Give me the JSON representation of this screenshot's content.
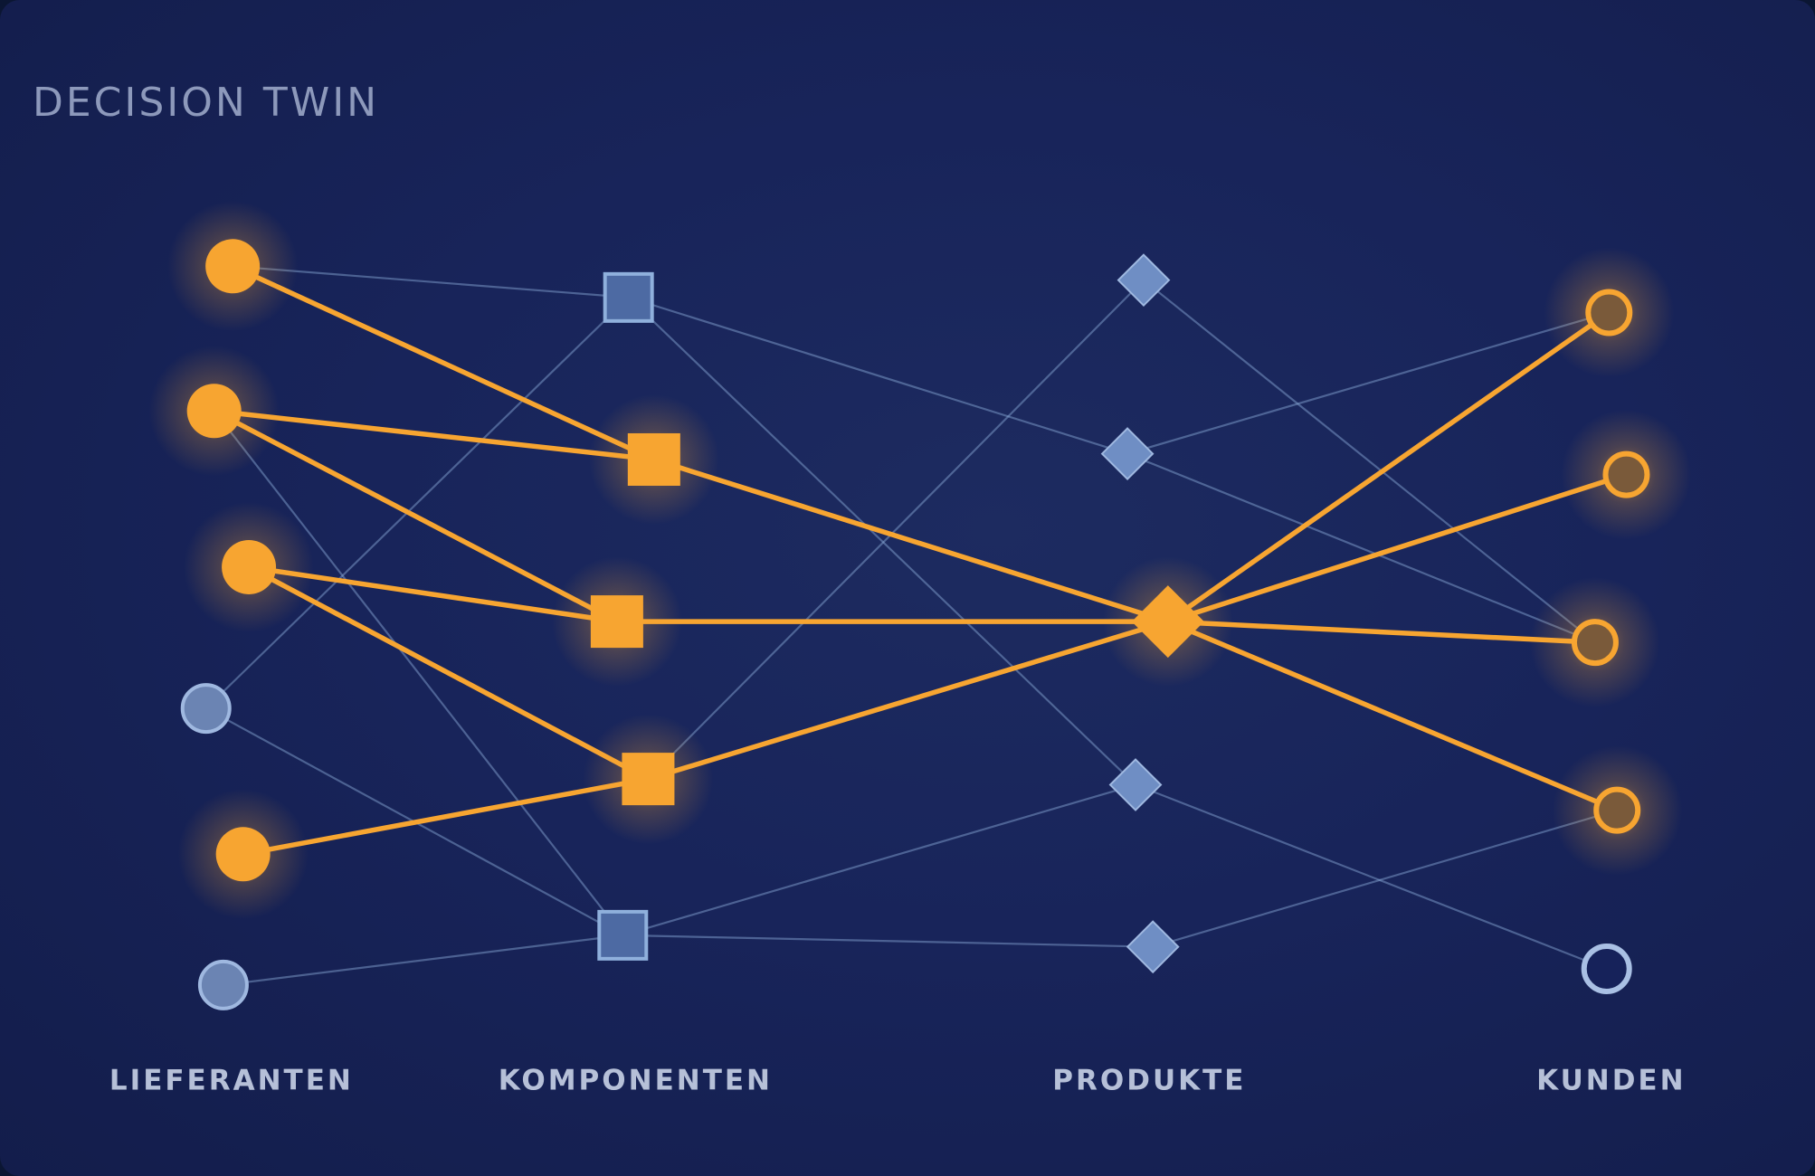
{
  "title": "DECISION TWIN",
  "colors": {
    "background": "#16225a",
    "active": "#f7a531",
    "inactive": "#8fb0dc",
    "label": "#b6c0d8",
    "title": "#8d99bb"
  },
  "columns": [
    {
      "id": "lieferanten",
      "label": "LIEFERANTEN"
    },
    {
      "id": "komponenten",
      "label": "KOMPONENTEN"
    },
    {
      "id": "produkte",
      "label": "PRODUKTE"
    },
    {
      "id": "kunden",
      "label": "KUNDEN"
    }
  ],
  "nodes": [
    {
      "id": "L1",
      "column": "lieferanten",
      "shape": "circle",
      "active": true
    },
    {
      "id": "L2",
      "column": "lieferanten",
      "shape": "circle",
      "active": true
    },
    {
      "id": "L3",
      "column": "lieferanten",
      "shape": "circle",
      "active": true
    },
    {
      "id": "L4",
      "column": "lieferanten",
      "shape": "circle",
      "active": false
    },
    {
      "id": "L5",
      "column": "lieferanten",
      "shape": "circle",
      "active": true
    },
    {
      "id": "L6",
      "column": "lieferanten",
      "shape": "circle",
      "active": false
    },
    {
      "id": "K1",
      "column": "komponenten",
      "shape": "square",
      "active": false
    },
    {
      "id": "K2",
      "column": "komponenten",
      "shape": "square",
      "active": true
    },
    {
      "id": "K3",
      "column": "komponenten",
      "shape": "square",
      "active": true
    },
    {
      "id": "K4",
      "column": "komponenten",
      "shape": "square",
      "active": true
    },
    {
      "id": "K5",
      "column": "komponenten",
      "shape": "square",
      "active": false
    },
    {
      "id": "P1",
      "column": "produkte",
      "shape": "diamond",
      "active": false
    },
    {
      "id": "P2",
      "column": "produkte",
      "shape": "diamond",
      "active": false
    },
    {
      "id": "P3",
      "column": "produkte",
      "shape": "diamond",
      "active": true
    },
    {
      "id": "P4",
      "column": "produkte",
      "shape": "diamond",
      "active": false
    },
    {
      "id": "P5",
      "column": "produkte",
      "shape": "diamond",
      "active": false
    },
    {
      "id": "C1",
      "column": "kunden",
      "shape": "ring",
      "active": true
    },
    {
      "id": "C2",
      "column": "kunden",
      "shape": "ring",
      "active": true
    },
    {
      "id": "C3",
      "column": "kunden",
      "shape": "ring",
      "active": true
    },
    {
      "id": "C4",
      "column": "kunden",
      "shape": "ring",
      "active": true
    },
    {
      "id": "C5",
      "column": "kunden",
      "shape": "ring",
      "active": false
    }
  ],
  "edges": [
    {
      "from": "L1",
      "to": "K1",
      "active": false
    },
    {
      "from": "L2",
      "to": "K5",
      "active": false
    },
    {
      "from": "L4",
      "to": "K1",
      "active": false
    },
    {
      "from": "L4",
      "to": "K5",
      "active": false
    },
    {
      "from": "L6",
      "to": "K5",
      "active": false
    },
    {
      "from": "K1",
      "to": "P2",
      "active": false
    },
    {
      "from": "K1",
      "to": "P4",
      "active": false
    },
    {
      "from": "K4",
      "to": "P1",
      "active": false
    },
    {
      "from": "K5",
      "to": "P4",
      "active": false
    },
    {
      "from": "K5",
      "to": "P5",
      "active": false
    },
    {
      "from": "P1",
      "to": "C3",
      "active": false
    },
    {
      "from": "P2",
      "to": "C1",
      "active": false
    },
    {
      "from": "P2",
      "to": "C3",
      "active": false
    },
    {
      "from": "P4",
      "to": "C5",
      "active": false
    },
    {
      "from": "P5",
      "to": "C4",
      "active": false
    },
    {
      "from": "L1",
      "to": "K2",
      "active": true
    },
    {
      "from": "L2",
      "to": "K2",
      "active": true
    },
    {
      "from": "L2",
      "to": "K3",
      "active": true
    },
    {
      "from": "L3",
      "to": "K3",
      "active": true
    },
    {
      "from": "L3",
      "to": "K4",
      "active": true
    },
    {
      "from": "L5",
      "to": "K4",
      "active": true
    },
    {
      "from": "K2",
      "to": "P3",
      "active": true
    },
    {
      "from": "K3",
      "to": "P3",
      "active": true
    },
    {
      "from": "K4",
      "to": "P3",
      "active": true
    },
    {
      "from": "P3",
      "to": "C1",
      "active": true
    },
    {
      "from": "P3",
      "to": "C2",
      "active": true
    },
    {
      "from": "P3",
      "to": "C3",
      "active": true
    },
    {
      "from": "P3",
      "to": "C4",
      "active": true
    }
  ]
}
